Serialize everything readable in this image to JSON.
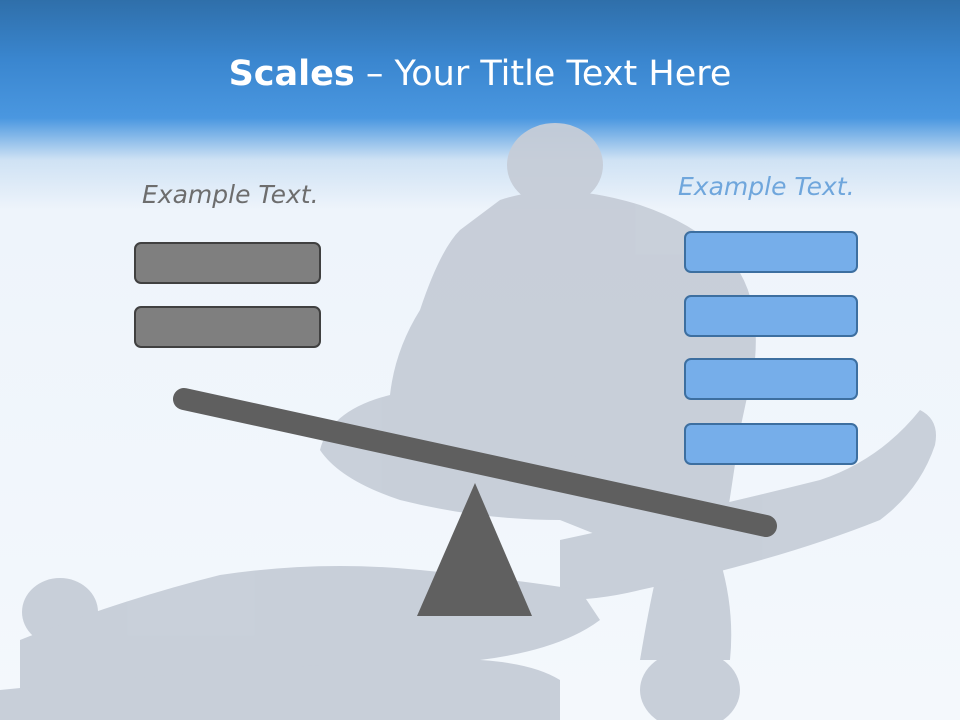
{
  "title": {
    "bold": "Scales",
    "rest": " – Your Title Text Here"
  },
  "left_side": {
    "label": "Example Text.",
    "box_count": 2
  },
  "right_side": {
    "label": "Example Text.",
    "box_count": 4
  },
  "colors": {
    "header_blue": "#3a86cf",
    "left_box_fill": "#7f7f7f",
    "right_box_fill": "#76aeea",
    "beam": "#5f5f5f",
    "silhouette": "#c8d0db"
  }
}
